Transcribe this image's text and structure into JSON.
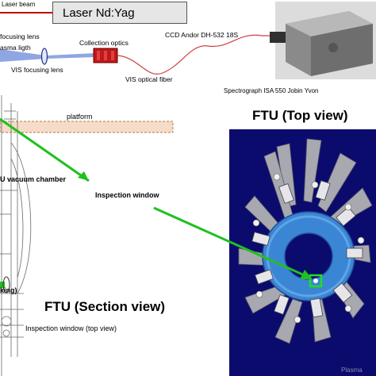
{
  "labels": {
    "laser_beam": "Laser beam",
    "laser": "Laser Nd:Yag",
    "focusing_lens": "focusing lens",
    "plasma_light": "asma ligth",
    "collection_optics": "Collection optics",
    "vis_focusing_lens": "VIS focusing  lens",
    "ccd": "CCD Andor DH-532 18S",
    "vis_fiber": "VIS optical fiber",
    "spectrograph": "Spectrograph ISA 550 Jobin Yvon",
    "platform": "platform",
    "vacuum_chamber": "U vacuum chamber",
    "inspection_window": "Inspection window",
    "king": "king)",
    "ftu_section": "FTU (Section view)",
    "inspection_window_top": "Inspection window (top view)",
    "ftu_top": "FTU (Top view)",
    "watermark": "Plasma"
  },
  "colors": {
    "laser_line": "#c00000",
    "fiber": "#d04040",
    "beam": "#4060c0",
    "arrow": "#20c020",
    "panel": "#0b0b6e",
    "torus": "#3b86d4"
  }
}
